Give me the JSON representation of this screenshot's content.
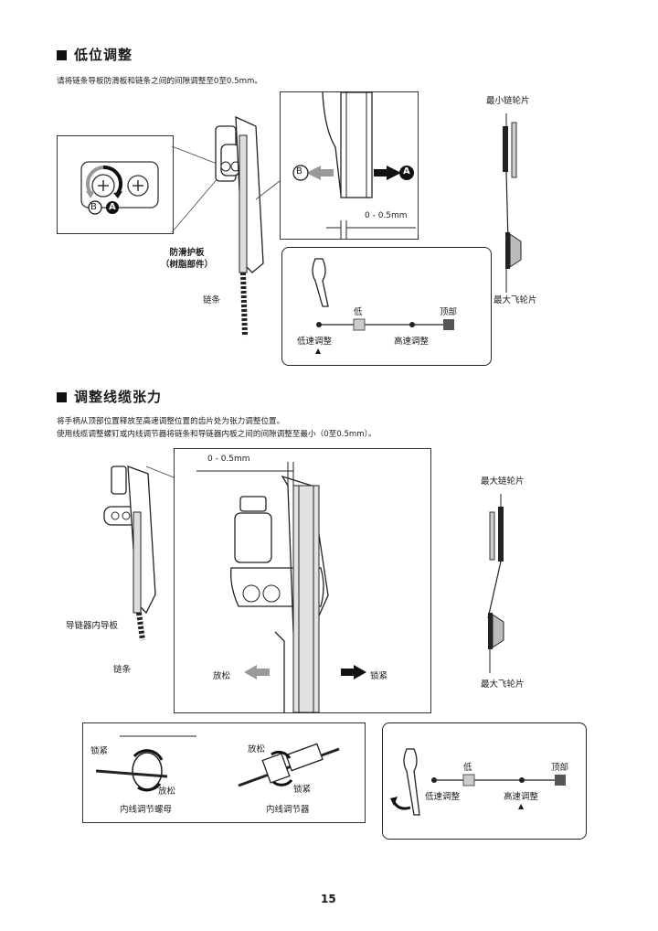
{
  "section1": {
    "title": "低位调整",
    "instruction": "请将链条导板防滑板和链条之间的间隙调整至0至0.5mm。",
    "callout_b": "B",
    "callout_a": "A",
    "gap_label": "0 - 0.5mm",
    "guard_label_line1": "防滑护板",
    "guard_label_line2": "（树脂部件）",
    "chain_label": "链条",
    "smallest_chainring": "最小链轮片",
    "largest_cog": "最大飞轮片",
    "shift_diagram": {
      "low": "低",
      "top": "顶部",
      "low_adjust": "低速调整",
      "high_adjust": "高速调整",
      "pointer": "▲"
    }
  },
  "section2": {
    "title": "调整线缆张力",
    "instruction_line1": "将手柄从顶部位置释放至高速调整位置的齿片处为张力调整位置。",
    "instruction_line2": "使用线缆调整螺钉或内线调节器将链条和导链器内板之间的间隙调整至最小（0至0.5mm）。",
    "gap_label": "0 - 0.5mm",
    "inner_plate_label": "导链器内导板",
    "chain_label": "链条",
    "loosen": "放松",
    "tighten": "锁紧",
    "largest_chainring": "最大链轮片",
    "largest_cog": "最大飞轮片",
    "nut_tighten": "锁紧",
    "nut_loosen": "放松",
    "nut_label": "内线调节螺母",
    "adj_loosen": "放松",
    "adj_tighten": "锁紧",
    "adjuster_label": "内线调节器",
    "shift_diagram": {
      "low": "低",
      "top": "顶部",
      "low_adjust": "低速调整",
      "high_adjust": "高速调整",
      "pointer": "▲"
    }
  },
  "page_number": "15"
}
